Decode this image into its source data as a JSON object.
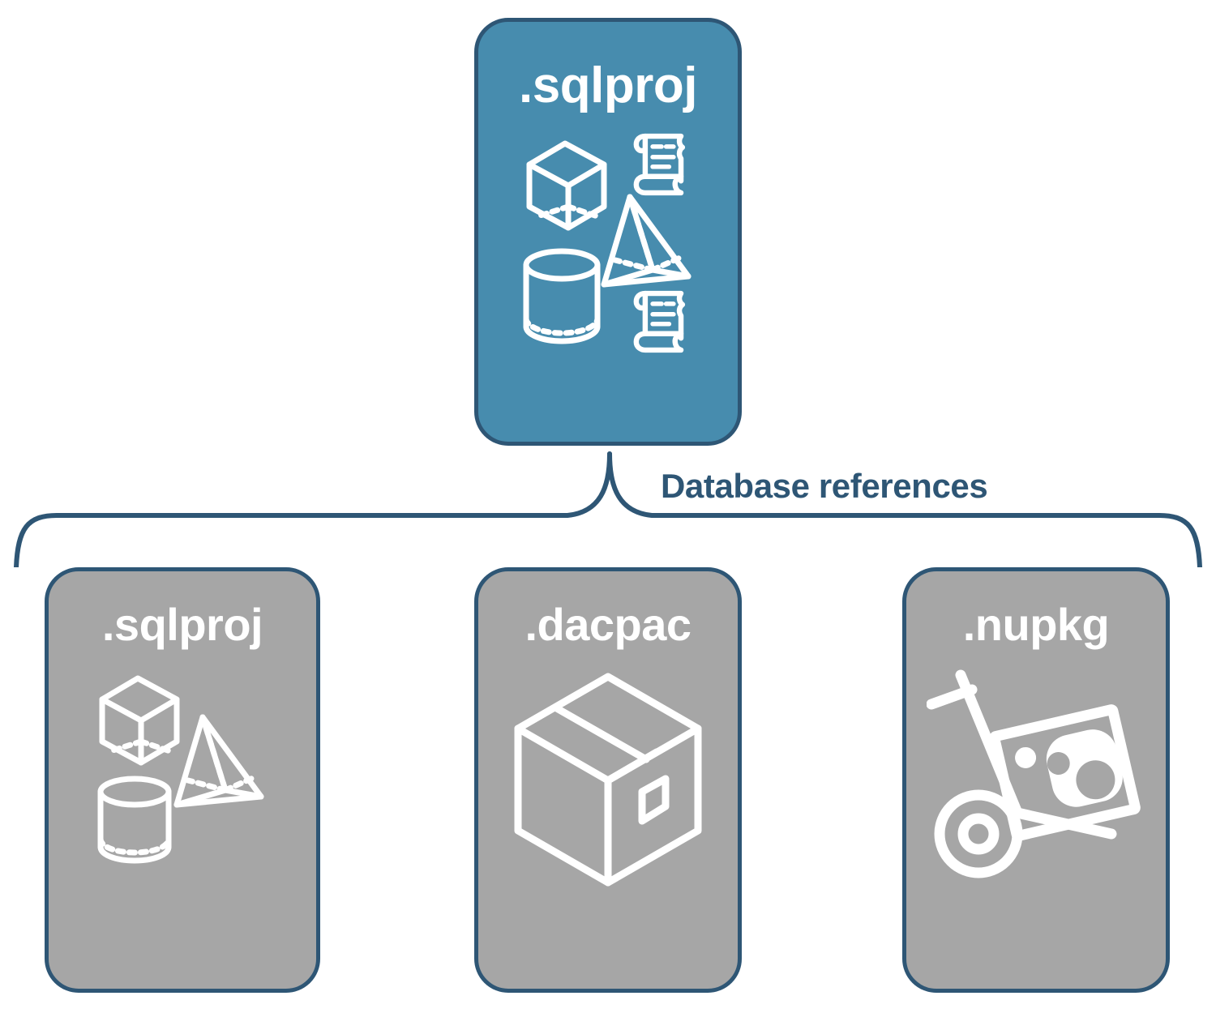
{
  "diagram": {
    "title_text": "Database references",
    "colors": {
      "root_fill": "#478CAE",
      "child_fill": "#A6A6A6",
      "border": "#2E5675",
      "label_text": "#2E5675",
      "icon_stroke": "#FFFFFF",
      "background": "#FFFFFF"
    },
    "root": {
      "label": ".sqlproj",
      "icons": [
        "cube-3d-icon",
        "scroll-icon",
        "pyramid-3d-icon",
        "cylinder-3d-icon",
        "scroll-icon"
      ]
    },
    "connector": {
      "type": "curly-brace",
      "label": "Database references",
      "from": ".sqlproj",
      "to": [
        ".sqlproj",
        ".dacpac",
        ".nupkg"
      ]
    },
    "children": [
      {
        "label": ".sqlproj",
        "icon_name": "database-objects-icon",
        "icons": [
          "cube-3d-icon",
          "pyramid-3d-icon",
          "cylinder-3d-icon"
        ]
      },
      {
        "label": ".dacpac",
        "icon_name": "package-box-icon",
        "icons": [
          "shipping-box-icon"
        ]
      },
      {
        "label": ".nupkg",
        "icon_name": "nuget-hand-truck-icon",
        "icons": [
          "hand-truck-icon",
          "nuget-logo-icon"
        ]
      }
    ]
  }
}
